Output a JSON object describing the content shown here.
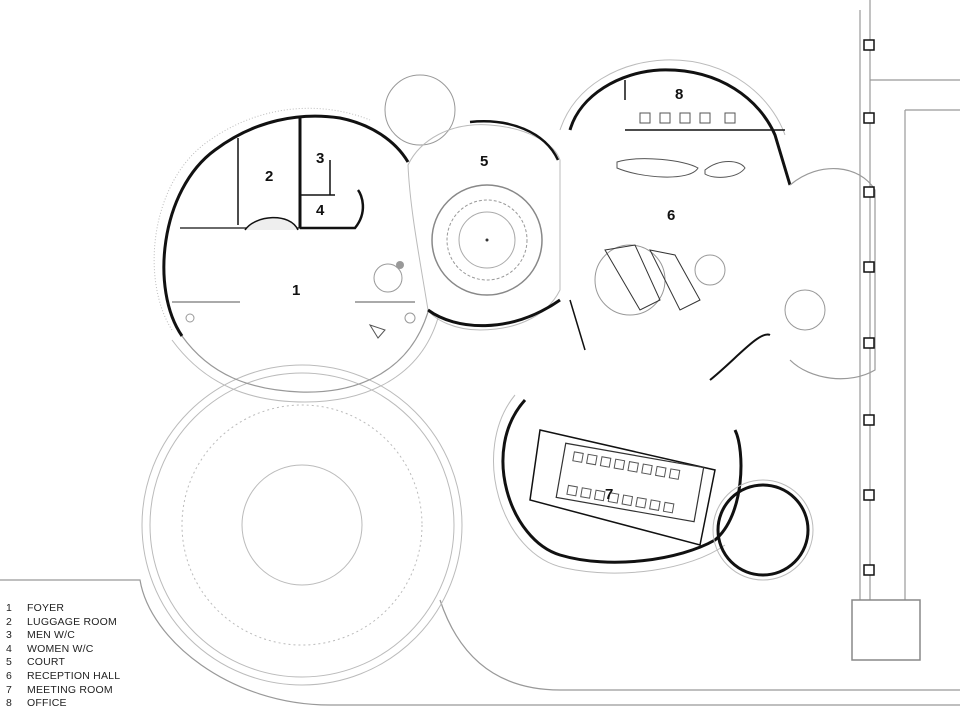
{
  "plan": {
    "rooms": [
      {
        "number": "1",
        "name": "FOYER"
      },
      {
        "number": "2",
        "name": "LUGGAGE ROOM"
      },
      {
        "number": "3",
        "name": "MEN W/C"
      },
      {
        "number": "4",
        "name": "WOMEN W/C"
      },
      {
        "number": "5",
        "name": "COURT"
      },
      {
        "number": "6",
        "name": "RECEPTION HALL"
      },
      {
        "number": "7",
        "name": "MEETING ROOM"
      },
      {
        "number": "8",
        "name": "OFFICE"
      }
    ]
  },
  "colors": {
    "wall": "#111111",
    "line": "#999999",
    "light": "#c8c8c8"
  }
}
